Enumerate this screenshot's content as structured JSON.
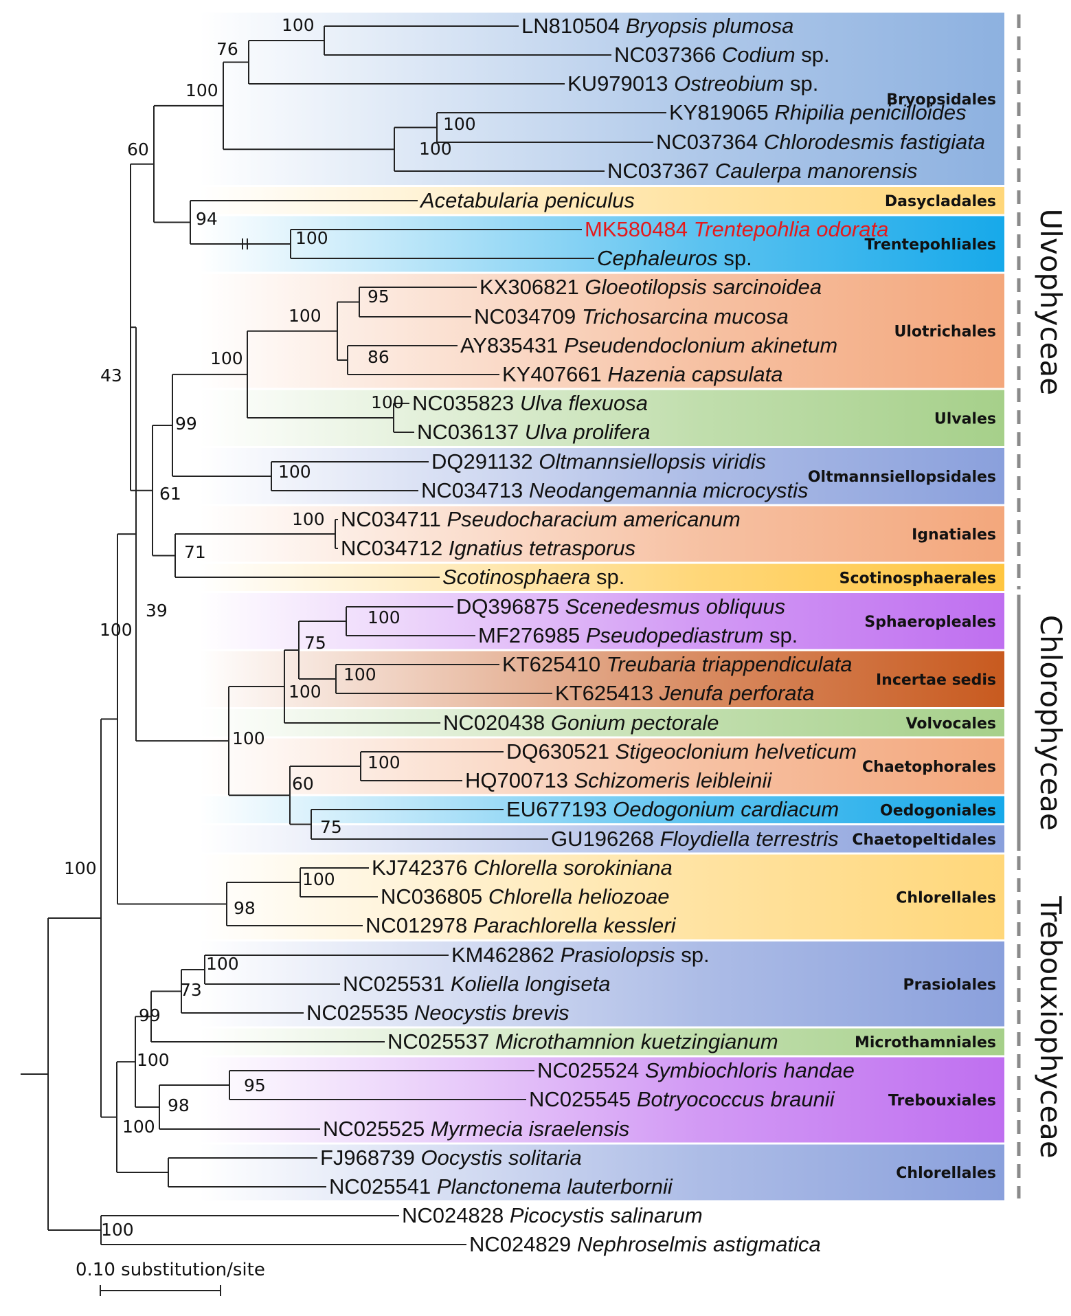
{
  "taxa": [
    {
      "acc": "LN810504",
      "name": "Bryopsis plumosa",
      "sp": ""
    },
    {
      "acc": "NC037366",
      "name": "Codium",
      "sp": "sp."
    },
    {
      "acc": "KU979013",
      "name": "Ostreobium",
      "sp": "sp."
    },
    {
      "acc": "KY819065",
      "name": "Rhipilia penicilloides",
      "sp": ""
    },
    {
      "acc": "NC037364",
      "name": "Chlorodesmis fastigiata",
      "sp": ""
    },
    {
      "acc": "NC037367",
      "name": "Caulerpa manorensis",
      "sp": ""
    },
    {
      "acc": "",
      "name": "Acetabularia peniculus",
      "sp": ""
    },
    {
      "acc": "MK580484",
      "name": "Trentepohlia odorata",
      "sp": "",
      "highlight": true
    },
    {
      "acc": "",
      "name": "Cephaleuros",
      "sp": "sp."
    },
    {
      "acc": "KX306821",
      "name": "Gloeotilopsis sarcinoidea",
      "sp": ""
    },
    {
      "acc": "NC034709",
      "name": "Trichosarcina mucosa",
      "sp": ""
    },
    {
      "acc": "AY835431",
      "name": "Pseudendoclonium akinetum",
      "sp": ""
    },
    {
      "acc": "KY407661",
      "name": "Hazenia capsulata",
      "sp": ""
    },
    {
      "acc": "NC035823",
      "name": "Ulva flexuosa",
      "sp": ""
    },
    {
      "acc": "NC036137",
      "name": "Ulva prolifera",
      "sp": ""
    },
    {
      "acc": "DQ291132",
      "name": "Oltmannsiellopsis viridis",
      "sp": ""
    },
    {
      "acc": "NC034713",
      "name": "Neodangemannia microcystis",
      "sp": ""
    },
    {
      "acc": "NC034711",
      "name": "Pseudocharacium americanum",
      "sp": ""
    },
    {
      "acc": "NC034712",
      "name": "Ignatius tetrasporus",
      "sp": ""
    },
    {
      "acc": "",
      "name": "Scotinosphaera",
      "sp": "sp."
    },
    {
      "acc": "DQ396875",
      "name": "Scenedesmus obliquus",
      "sp": ""
    },
    {
      "acc": "MF276985",
      "name": "Pseudopediastrum",
      "sp": "sp."
    },
    {
      "acc": "KT625410",
      "name": "Treubaria triappendiculata",
      "sp": ""
    },
    {
      "acc": "KT625413",
      "name": "Jenufa perforata",
      "sp": ""
    },
    {
      "acc": "NC020438",
      "name": "Gonium pectorale",
      "sp": ""
    },
    {
      "acc": "DQ630521",
      "name": "Stigeoclonium helveticum",
      "sp": ""
    },
    {
      "acc": "HQ700713",
      "name": "Schizomeris leibleinii",
      "sp": ""
    },
    {
      "acc": "EU677193",
      "name": "Oedogonium cardiacum",
      "sp": ""
    },
    {
      "acc": "GU196268",
      "name": "Floydiella terrestris",
      "sp": ""
    },
    {
      "acc": "KJ742376",
      "name": "Chlorella sorokiniana",
      "sp": ""
    },
    {
      "acc": "NC036805",
      "name": "Chlorella heliozoae",
      "sp": ""
    },
    {
      "acc": "NC012978",
      "name": "Parachlorella kessleri",
      "sp": ""
    },
    {
      "acc": "KM462862",
      "name": "Prasiolopsis",
      "sp": "sp."
    },
    {
      "acc": "NC025531",
      "name": "Koliella longiseta",
      "sp": ""
    },
    {
      "acc": "NC025535",
      "name": "Neocystis brevis",
      "sp": ""
    },
    {
      "acc": "NC025537",
      "name": "Microthamnion kuetzingianum",
      "sp": ""
    },
    {
      "acc": "NC025524",
      "name": "Symbiochloris handae",
      "sp": ""
    },
    {
      "acc": "NC025545",
      "name": "Botryococcus braunii",
      "sp": ""
    },
    {
      "acc": "NC025525",
      "name": "Myrmecia israelensis",
      "sp": ""
    },
    {
      "acc": "FJ968739",
      "name": "Oocystis solitaria",
      "sp": ""
    },
    {
      "acc": "NC025541",
      "name": "Planctonema lauterbornii",
      "sp": ""
    },
    {
      "acc": "NC024828",
      "name": "Picocystis salinarum",
      "sp": ""
    },
    {
      "acc": "NC024829",
      "name": "Nephroselmis astigmatica",
      "sp": ""
    }
  ],
  "orders": [
    {
      "label": "Bryopsidales",
      "color": "#8db1e0"
    },
    {
      "label": "Dasycladales",
      "color": "#ffd77a"
    },
    {
      "label": "Trentepohliales",
      "color": "#17a9ea"
    },
    {
      "label": "Ulotrichales",
      "color": "#f3a77c"
    },
    {
      "label": "Ulvales",
      "color": "#a6d08a"
    },
    {
      "label": "Oltmannsiellopsidales",
      "color": "#8aa0dc"
    },
    {
      "label": "Ignatiales",
      "color": "#f3a77c"
    },
    {
      "label": "Scotinosphaerales",
      "color": "#ffc640"
    },
    {
      "label": "Sphaeropleales",
      "color": "#bf6ff0"
    },
    {
      "label": "Incertae sedis",
      "color": "#c85a1f"
    },
    {
      "label": "Volvocales",
      "color": "#a6d08a"
    },
    {
      "label": "Chaetophorales",
      "color": "#f3a77c"
    },
    {
      "label": "Oedogoniales",
      "color": "#17a9ea"
    },
    {
      "label": "Chaetopeltidales",
      "color": "#8aa0dc"
    },
    {
      "label": "Chlorellales",
      "color": "#ffd77a"
    },
    {
      "label": "Prasiolales",
      "color": "#8aa0dc"
    },
    {
      "label": "Microthamniales",
      "color": "#a6d08a"
    },
    {
      "label": "Trebouxiales",
      "color": "#bf6ff0"
    },
    {
      "label": "Chlorellales",
      "color": "#8aa0dc"
    }
  ],
  "classes": [
    {
      "label": "Ulvophyceae",
      "line": "dashed"
    },
    {
      "label": "Chlorophyceae",
      "line": "solid"
    },
    {
      "label": "Trebouxiophyceae",
      "line": "dashed"
    }
  ],
  "bootstrap": [
    "100",
    "76",
    "100",
    "60",
    "100",
    "100",
    "94",
    "100",
    "95",
    "100",
    "86",
    "100",
    "100",
    "99",
    "100",
    "61",
    "100",
    "71",
    "43",
    "39",
    "100",
    "75",
    "100",
    "100",
    "100",
    "100",
    "60",
    "75",
    "100",
    "100",
    "98",
    "100",
    "73",
    "99",
    "100",
    "95",
    "98",
    "100",
    "100",
    "100"
  ],
  "scale_label": "0.10 substitution/site"
}
